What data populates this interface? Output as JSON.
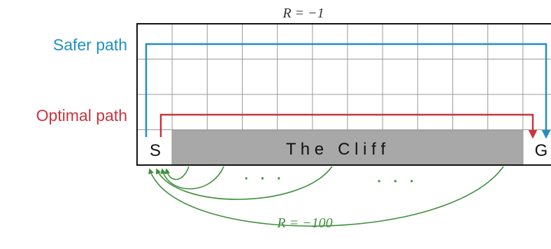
{
  "diagram": {
    "top_reward_label": "R = −1",
    "safer_path_label": "Safer path",
    "optimal_path_label": "Optimal path",
    "start_label": "S",
    "goal_label": "G",
    "cliff_label": "T h e   C l i f f",
    "fall_reward_label": "R = −100",
    "ellipsis_left": "·   ·   ·",
    "ellipsis_right": "·   ·   ·",
    "grid": {
      "columns": 12,
      "rows": 4
    },
    "colors": {
      "safer_path": "#1f8fc4",
      "optimal_path": "#c8343f",
      "fall_arrows": "#3e8f3e",
      "cliff_fill": "#a8a8a8",
      "grid_line": "#9a9a9a",
      "border": "#111111"
    }
  }
}
